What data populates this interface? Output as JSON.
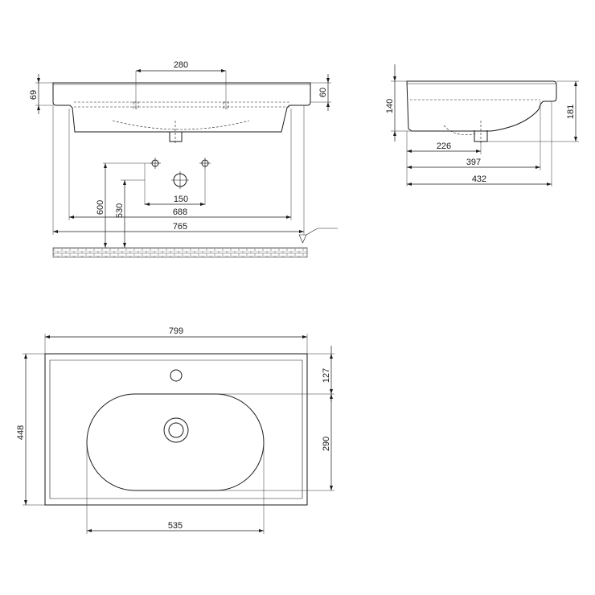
{
  "front_view": {
    "dim_tap_spacing": "280",
    "dim_rim_height": "69",
    "dim_depth_right": "60",
    "dim_hole_spacing": "150",
    "dim_inner_width": "688",
    "dim_overall_width": "765",
    "dim_waste_height_600": "600",
    "dim_waste_height_530": "530"
  },
  "side_view": {
    "dim_height_left": "140",
    "dim_height_right": "181",
    "dim_226": "226",
    "dim_397": "397",
    "dim_432": "432"
  },
  "plan_view": {
    "dim_width": "799",
    "dim_depth": "448",
    "dim_tap_offset": "127",
    "dim_bowl_depth": "290",
    "dim_bowl_width": "535"
  }
}
